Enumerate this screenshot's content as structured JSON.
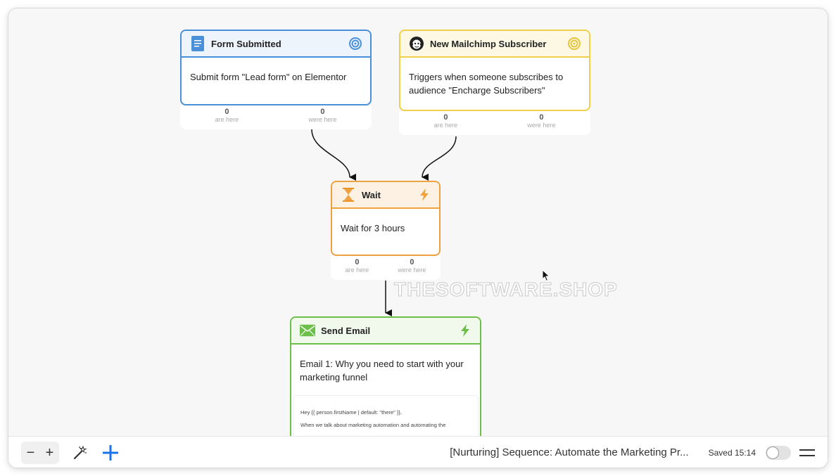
{
  "nodes": {
    "form_submitted": {
      "title": "Form Submitted",
      "description": "Submit form \"Lead form\" on Elementor",
      "stats": {
        "here_count": "0",
        "here_label": "are here",
        "were_count": "0",
        "were_label": "were here"
      },
      "color": "#4a90d9",
      "icon": "document-icon",
      "badge_icon": "target-icon"
    },
    "mailchimp_subscriber": {
      "title": "New Mailchimp Subscriber",
      "description": "Triggers when someone subscribes to audience \"Encharge Subscribers\"",
      "stats": {
        "here_count": "0",
        "here_label": "are here",
        "were_count": "0",
        "were_label": "were here"
      },
      "color": "#f0cf4a",
      "icon": "mailchimp-icon",
      "badge_icon": "target-icon"
    },
    "wait": {
      "title": "Wait",
      "description": "Wait for 3 hours",
      "stats": {
        "here_count": "0",
        "here_label": "are here",
        "were_count": "0",
        "were_label": "were here"
      },
      "color": "#f0a140",
      "icon": "hourglass-icon",
      "badge_icon": "lightning-icon"
    },
    "send_email": {
      "title": "Send Email",
      "description": "Email 1: Why you need to start with your marketing funnel",
      "preview_line1": "Hey {{ person.firstName | default: \"there\" }},",
      "preview_line2": "When we talk about marketing automation and automating the",
      "color": "#6cc04a",
      "icon": "envelope-icon",
      "badge_icon": "lightning-icon"
    }
  },
  "watermark": "THESOFTWARE.SHOP",
  "toolbar": {
    "zoom_out": "−",
    "zoom_in": "+",
    "magic_icon": "magic-wand-icon",
    "add_icon": "plus-icon",
    "sequence_title": "[Nurturing] Sequence: Automate the Marketing Pr...",
    "saved_status": "Saved 15:14",
    "toggle_on": false,
    "menu_icon": "hamburger-icon"
  },
  "colors": {
    "accent": "#1a73e8",
    "canvas": "#f7f7f7"
  }
}
